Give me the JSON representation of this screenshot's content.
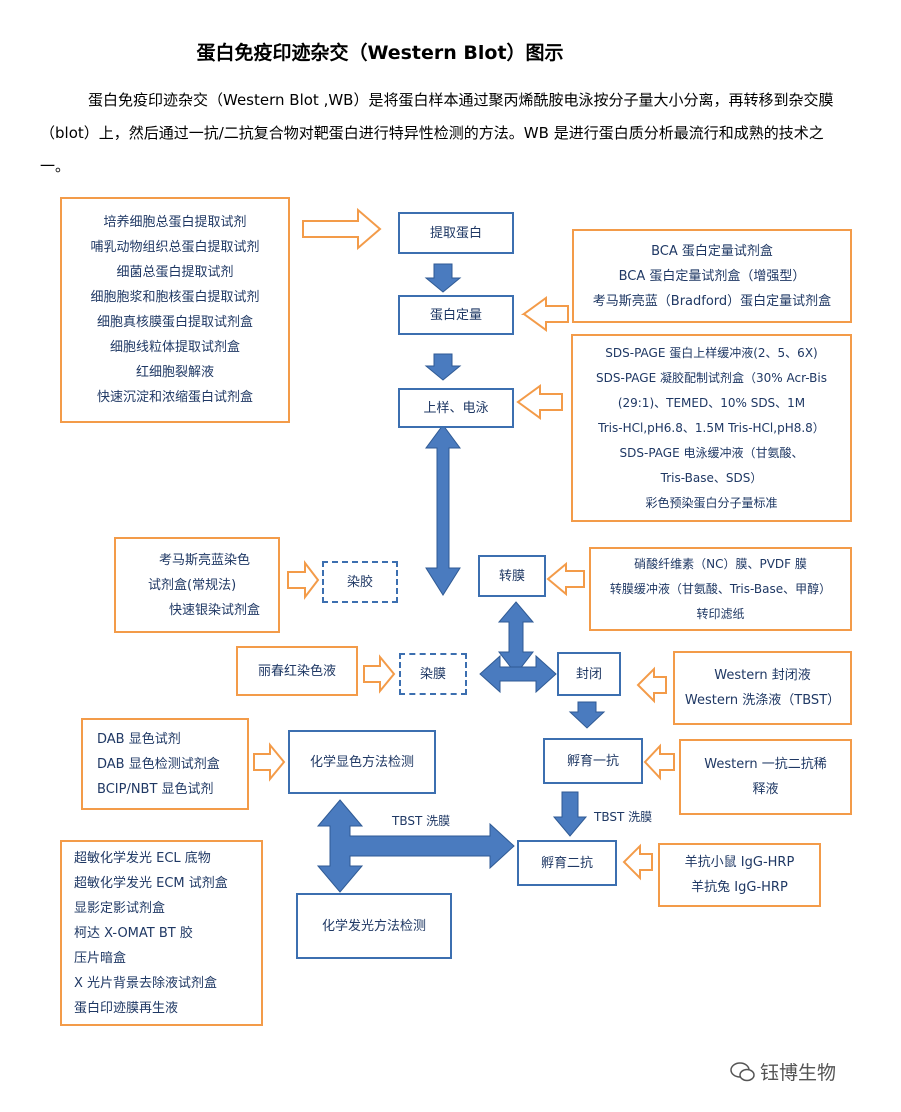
{
  "title": "蛋白免疫印迹杂交（Western Blot）图示",
  "intro": "蛋白免疫印迹杂交（Western Blot ,WB）是将蛋白样本通过聚丙烯酰胺电泳按分子量大小分离，再转移到杂交膜（blot）上，然后通过一抗/二抗复合物对靶蛋白进行特异性检测的方法。WB 是进行蛋白质分析最流行和成熟的技术之一。",
  "steps": {
    "extract": "提取蛋白",
    "quantify": "蛋白定量",
    "load_run": "上样、电泳",
    "transfer": "转膜",
    "gel_stain": "染胶",
    "membrane_stain": "染膜",
    "block": "封闭",
    "primary": "孵育一抗",
    "secondary": "孵育二抗",
    "chromogenic": "化学显色方法检测",
    "chemiluminescent": "化学发光方法检测"
  },
  "reagents": {
    "extraction": [
      "培养细胞总蛋白提取试剂",
      "哺乳动物组织总蛋白提取试剂",
      "细菌总蛋白提取试剂",
      "细胞胞浆和胞核蛋白提取试剂",
      "细胞真核膜蛋白提取试剂盒",
      "细胞线粒体提取试剂盒",
      "红细胞裂解液",
      "快速沉淀和浓缩蛋白试剂盒"
    ],
    "quantification": [
      "BCA  蛋白定量试剂盒",
      "BCA  蛋白定量试剂盒（增强型）",
      "考马斯亮蓝（Bradford）蛋白定量试剂盒"
    ],
    "electrophoresis": [
      "SDS-PAGE  蛋白上样缓冲液(2、5、6X)",
      "SDS-PAGE  凝胶配制试剂盒（30% Acr-Bis",
      "(29:1)、TEMED、10% SDS、1M",
      "Tris-HCl,pH6.8、1.5M Tris-HCl,pH8.8）",
      "SDS-PAGE  电泳缓冲液（甘氨酸、",
      "Tris-Base、SDS）",
      "彩色预染蛋白分子量标准"
    ],
    "gel_staining": [
      "考马斯亮蓝染色",
      "试剂盒(常规法)",
      "快速银染试剂盒"
    ],
    "transfer": [
      "硝酸纤维素（NC）膜、PVDF 膜",
      "转膜缓冲液（甘氨酸、Tris-Base、甲醇）",
      "转印滤纸"
    ],
    "membrane_staining": [
      "丽春红染色液"
    ],
    "blocking": [
      "Western 封闭液",
      "Western 洗涤液（TBST）"
    ],
    "antibody_dilution": [
      "Western 一抗二抗稀",
      "释液"
    ],
    "secondary_ab": [
      "羊抗小鼠  IgG-HRP",
      "羊抗兔  IgG-HRP"
    ],
    "chromogenic": [
      "DAB  显色试剂",
      "DAB  显色检测试剂盒",
      "BCIP/NBT  显色试剂"
    ],
    "chemiluminescent": [
      "超敏化学发光  ECL  底物",
      "超敏化学发光  ECM  试剂盒",
      "显影定影试剂盒",
      "柯达 X-OMAT BT 胶",
      "压片暗盒",
      "X  光片背景去除液试剂盒",
      "蛋白印迹膜再生液"
    ]
  },
  "wash_labels": {
    "left": "TBST 洗膜",
    "right": "TBST 洗膜"
  },
  "watermark": "钰博生物",
  "colors": {
    "orange": "#f39b49",
    "blue": "#3c6fb0",
    "arrow_fill": "#4a7bbf"
  }
}
